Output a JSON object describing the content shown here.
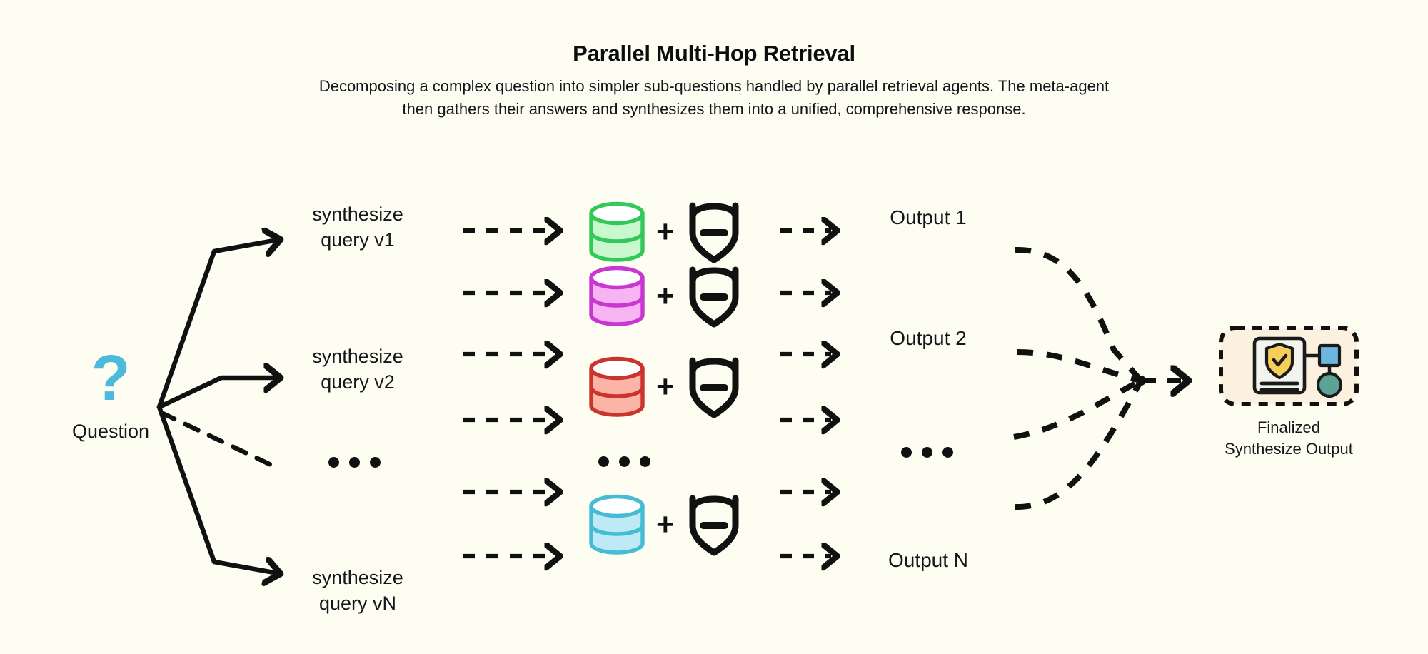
{
  "page": {
    "background_color": "#fdfdf2",
    "ink_color": "#111111"
  },
  "header": {
    "title": "Parallel Multi-Hop Retrieval",
    "subtitle": "Decomposing a complex question into simpler sub-questions handled by parallel retrieval agents. The meta-agent then gathers their answers and synthesizes them into a unified, comprehensive response."
  },
  "input": {
    "icon": "question-mark-icon",
    "icon_glyph": "?",
    "icon_color": "#4cb9dd",
    "label": "Question"
  },
  "queries": {
    "items": [
      {
        "label": "synthesize\nquery v1"
      },
      {
        "label": "synthesize\nquery v2"
      },
      {
        "label": "synthesize\nquery vN"
      }
    ],
    "ellipsis": "•••"
  },
  "agents": {
    "plus_symbol": "+",
    "ellipsis": "•••",
    "rows": [
      {
        "db_name": "database-icon-green",
        "db_stroke": "#34c759",
        "db_fill": "#c9f7ce",
        "agent_name": "retrieval-agent-icon",
        "agent_color": "#111111"
      },
      {
        "db_name": "database-icon-magenta",
        "db_stroke": "#c838d0",
        "db_fill": "#f7b4f2",
        "agent_name": "retrieval-agent-icon",
        "agent_color": "#111111"
      },
      {
        "db_name": "database-icon-red",
        "db_stroke": "#c9352e",
        "db_fill": "#fbb4a5",
        "agent_name": "retrieval-agent-icon",
        "agent_color": "#111111"
      },
      {
        "db_name": "database-icon-cyan",
        "db_stroke": "#45bcd4",
        "db_fill": "#bdeaf5",
        "agent_name": "retrieval-agent-icon",
        "agent_color": "#111111"
      }
    ]
  },
  "outputs": {
    "items": [
      {
        "label": "Output 1"
      },
      {
        "label": "Output 2"
      },
      {
        "label": "Output N"
      }
    ],
    "ellipsis": "•••"
  },
  "final": {
    "label": "Finalized\nSynthesize Output",
    "icon_name": "finalized-output-icon",
    "box_fill": "#fbf1de",
    "box_border": "#111111",
    "doc_fill": "#f4f4ee",
    "shield_fill": "#f5cf5b",
    "square_fill": "#6cb7dd",
    "circle_fill": "#5ba397"
  },
  "edges": {
    "fanout_style": "solid-and-dashed-branches",
    "middle_style": "dashed-arrow",
    "converge_style": "dashed-curves"
  }
}
